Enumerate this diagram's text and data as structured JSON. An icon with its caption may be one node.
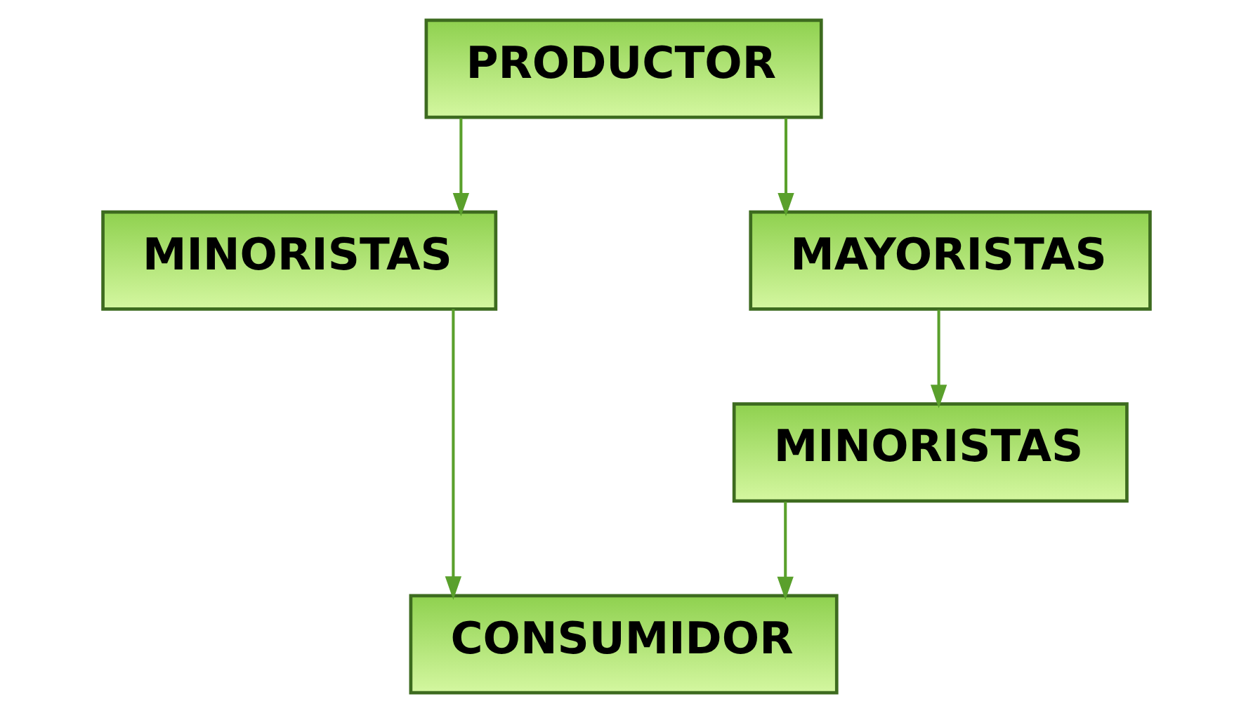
{
  "diagram": {
    "nodes": [
      {
        "text": [
          "PRODUCTOR"
        ]
      },
      {
        "text": [
          "MINORISTAS"
        ]
      },
      {
        "text": [
          "MAYORISTAS"
        ]
      },
      {
        "text": [
          "MINORISTAS"
        ]
      },
      {
        "text": [
          "CONSUMIDOR"
        ]
      }
    ],
    "edges": [
      {
        "from": 0,
        "to": 1,
        "arrow": "to"
      },
      {
        "from": 0,
        "to": 2,
        "arrow": "to"
      },
      {
        "from": 2,
        "to": 3,
        "arrow": "to"
      },
      {
        "from": 1,
        "to": 4,
        "arrow": "to"
      },
      {
        "from": 3,
        "to": 4,
        "arrow": "to"
      }
    ]
  }
}
